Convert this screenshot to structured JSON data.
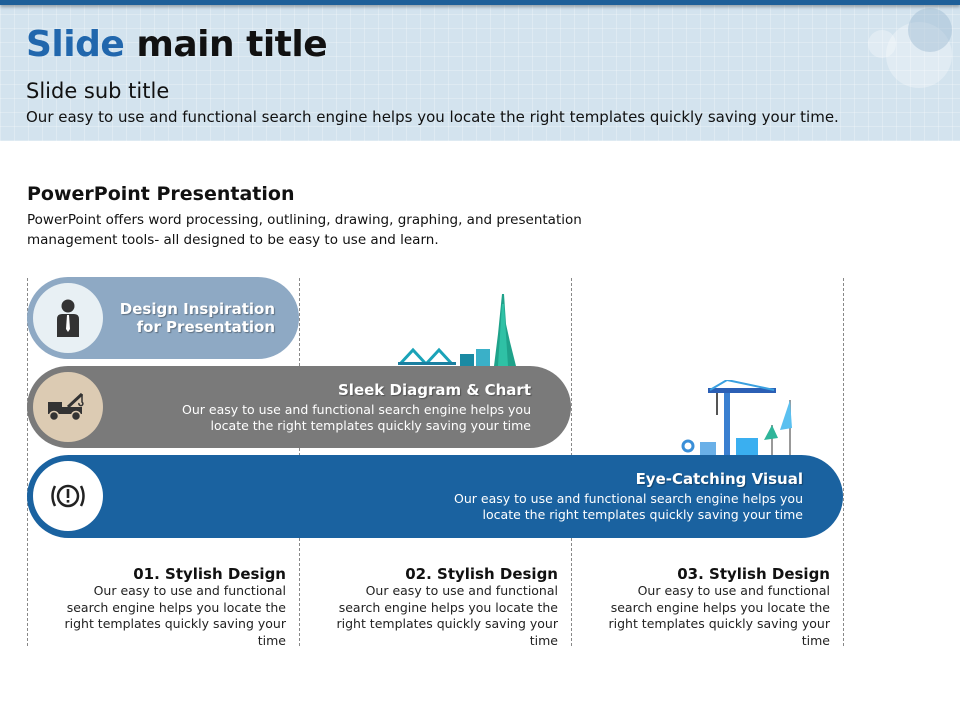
{
  "header": {
    "title_accent": "Slide",
    "title_rest": " main title",
    "subtitle": "Slide sub title",
    "description": "Our easy to use and functional search engine helps you locate the right templates quickly saving your time."
  },
  "section": {
    "title": "PowerPoint Presentation",
    "body": "PowerPoint offers word processing, outlining, drawing, graphing, and presentation management tools- all designed to be easy to use and learn."
  },
  "pills": [
    {
      "title_line1": "Design Inspiration",
      "title_line2": "for Presentation",
      "icon": "businessman-icon",
      "color": "#8ea9c4"
    },
    {
      "title": "Sleek Diagram & Chart",
      "line1": "Our easy to use and functional search engine helps you",
      "line2": "locate the right templates quickly saving your time",
      "icon": "tow-truck-icon",
      "color": "#7a7a7a"
    },
    {
      "title": "Eye-Catching Visual",
      "line1": "Our easy to use and functional search engine helps you",
      "line2": "locate the right templates quickly saving your time",
      "icon": "brake-warning-icon",
      "color": "#1a62a0"
    }
  ],
  "columns": [
    {
      "title": "01. Stylish Design",
      "lines": [
        "Our easy to use and functional",
        "search engine helps you locate the",
        "right templates quickly saving your",
        "time"
      ]
    },
    {
      "title": "02. Stylish Design",
      "lines": [
        "Our easy to use and functional",
        "search engine helps you locate the",
        "right templates quickly saving your",
        "time"
      ]
    },
    {
      "title": "03. Stylish Design",
      "lines": [
        "Our easy to use and functional",
        "search engine helps you locate the",
        "right templates quickly saving your",
        "time"
      ]
    }
  ]
}
